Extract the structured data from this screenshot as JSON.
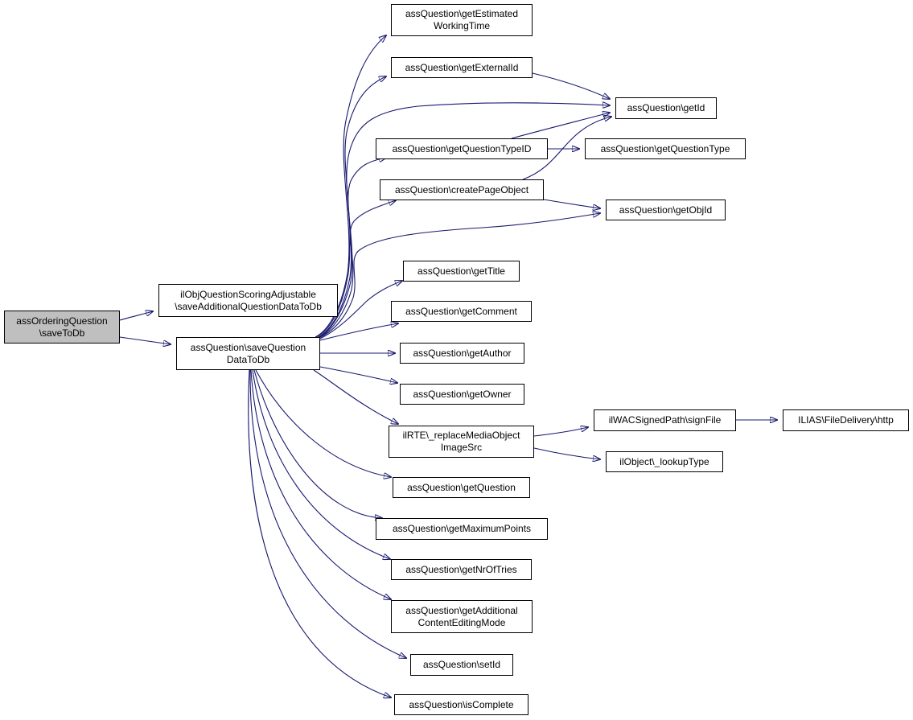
{
  "colors": {
    "edge": "#191970",
    "root_fill": "#bfbfbf",
    "node_fill": "#ffffff",
    "node_border": "#000000"
  },
  "nodes": {
    "n0": [
      "assOrderingQuestion",
      "\\saveToDb"
    ],
    "n1": [
      "ilObjQuestionScoringAdjustable",
      "\\saveAdditionalQuestionDataToDb"
    ],
    "n2": [
      "assQuestion\\saveQuestion",
      "DataToDb"
    ],
    "n3": [
      "assQuestion\\getEstimated",
      "WorkingTime"
    ],
    "n4": [
      "assQuestion\\getExternalId"
    ],
    "n5": [
      "assQuestion\\getId"
    ],
    "n6": [
      "assQuestion\\getQuestionTypeID"
    ],
    "n7": [
      "assQuestion\\getQuestionType"
    ],
    "n8": [
      "assQuestion\\createPageObject"
    ],
    "n9": [
      "assQuestion\\getObjId"
    ],
    "n10": [
      "assQuestion\\getTitle"
    ],
    "n11": [
      "assQuestion\\getComment"
    ],
    "n12": [
      "assQuestion\\getAuthor"
    ],
    "n13": [
      "assQuestion\\getOwner"
    ],
    "n14": [
      "ilRTE\\_replaceMediaObject",
      "ImageSrc"
    ],
    "n15": [
      "ilWACSignedPath\\signFile"
    ],
    "n16": [
      "ILIAS\\FileDelivery\\http"
    ],
    "n17": [
      "ilObject\\_lookupType"
    ],
    "n18": [
      "assQuestion\\getQuestion"
    ],
    "n19": [
      "assQuestion\\getMaximumPoints"
    ],
    "n20": [
      "assQuestion\\getNrOfTries"
    ],
    "n21": [
      "assQuestion\\getAdditional",
      "ContentEditingMode"
    ],
    "n22": [
      "assQuestion\\setId"
    ],
    "n23": [
      "assQuestion\\isComplete"
    ]
  },
  "edges": [
    [
      "n0",
      "n1"
    ],
    [
      "n0",
      "n2"
    ],
    [
      "n2",
      "n3"
    ],
    [
      "n2",
      "n4"
    ],
    [
      "n2",
      "n5"
    ],
    [
      "n2",
      "n6"
    ],
    [
      "n2",
      "n8"
    ],
    [
      "n2",
      "n9"
    ],
    [
      "n2",
      "n10"
    ],
    [
      "n2",
      "n11"
    ],
    [
      "n2",
      "n12"
    ],
    [
      "n2",
      "n13"
    ],
    [
      "n2",
      "n14"
    ],
    [
      "n2",
      "n18"
    ],
    [
      "n2",
      "n19"
    ],
    [
      "n2",
      "n20"
    ],
    [
      "n2",
      "n21"
    ],
    [
      "n2",
      "n22"
    ],
    [
      "n2",
      "n23"
    ],
    [
      "n4",
      "n5"
    ],
    [
      "n6",
      "n5"
    ],
    [
      "n6",
      "n7"
    ],
    [
      "n8",
      "n5"
    ],
    [
      "n8",
      "n9"
    ],
    [
      "n14",
      "n15"
    ],
    [
      "n14",
      "n17"
    ],
    [
      "n15",
      "n16"
    ]
  ]
}
